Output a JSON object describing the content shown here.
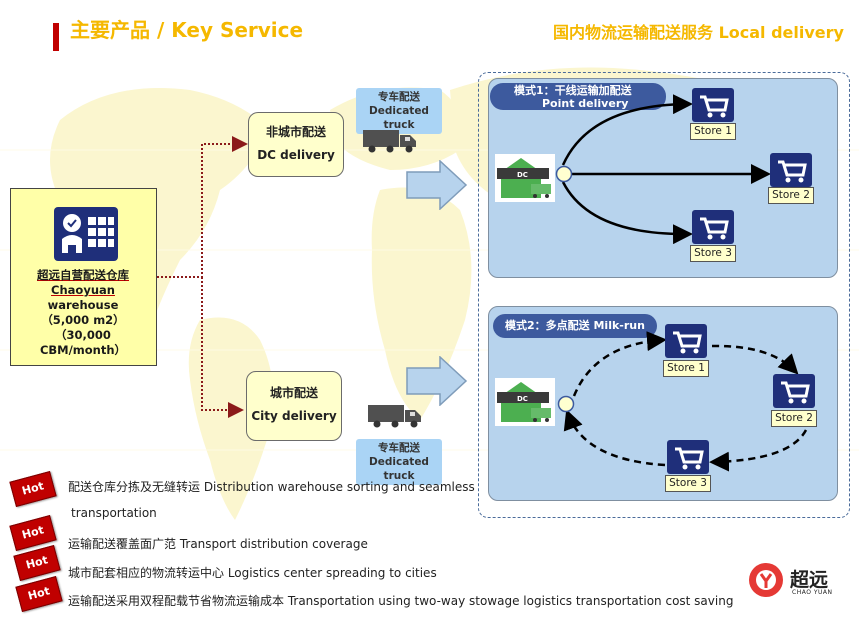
{
  "header": {
    "title": "主要产品 / Key Service",
    "right_title": "国内物流运输配送服务 Local delivery"
  },
  "warehouse": {
    "icon": "warehouse-icon",
    "line1": "超远自营配送仓库",
    "line2": "Chaoyuan",
    "line3": "warehouse",
    "line4": "（5,000 m2）",
    "line5": "（30,000",
    "line6": "CBM/month）"
  },
  "flows": {
    "dc": {
      "cn": "非城市配送",
      "en": "DC delivery"
    },
    "city": {
      "cn": "城市配送",
      "en": "City delivery"
    }
  },
  "trucks": {
    "top": {
      "cn": "专车配送",
      "en": "Dedicated truck"
    },
    "bottom": {
      "cn": "专车配送",
      "en": "Dedicated truck"
    }
  },
  "mode1": {
    "title": "模式1：干线运输加配送",
    "subtitle": "Point delivery",
    "dc_label": "DC",
    "stores": [
      "Store 1",
      "Store 2",
      "Store 3"
    ]
  },
  "mode2": {
    "title": "模式2：多点配送 Milk-run",
    "dc_label": "DC",
    "stores": [
      "Store 1",
      "Store 2",
      "Store 3"
    ]
  },
  "hot_label": "Hot",
  "hot_items": [
    "配送仓库分拣及无缝转运 Distribution warehouse sorting and seamless",
    "transportation",
    "运输配送覆盖面广范 Transport distribution coverage",
    "城市配套相应的物流转运中心 Logistics center spreading to cities",
    "运输配送采用双程配载节省物流运输成本 Transportation using two-way stowage logistics transportation cost saving"
  ],
  "logo": {
    "name": "超远",
    "sub": "CHAO YUAN"
  },
  "colors": {
    "accent_yellow": "#f5b800",
    "title_red": "#c00000",
    "panel_blue": "#b7d3ed",
    "pill_blue": "#3d5a9e",
    "store_navy": "#1f2f7a"
  }
}
